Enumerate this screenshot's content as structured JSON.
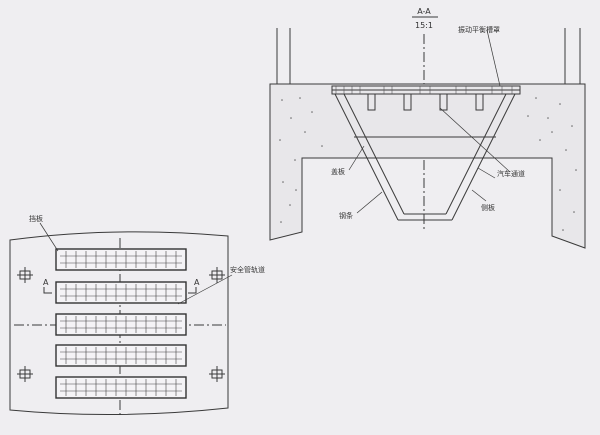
{
  "section": {
    "title": "A-A",
    "scale": "15:1"
  },
  "labels": {
    "vibrating_pan": "振动平衡槽罩",
    "left_mid": "盖板",
    "right_mid": "汽车通道",
    "rib": "侧板",
    "plate": "钢条",
    "plan_top_left": "挡板",
    "plan_right": "安全管轨道"
  },
  "markers": {
    "section_mark": "A"
  },
  "plan": {
    "grate_rows": 5
  },
  "style": {
    "line": "#3a3a3a",
    "paper": "#efeef1",
    "hatch": "#444444"
  }
}
